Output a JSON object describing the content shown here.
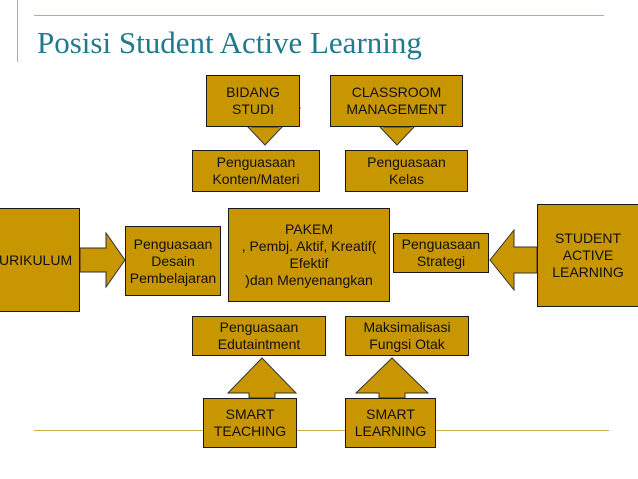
{
  "title": "Posisi Student Active Learning",
  "colors": {
    "title": "#1f7a8c",
    "box_fill": "#c79600",
    "line": "#c9b14a",
    "arrow_fill": "#c79600"
  },
  "boxes": {
    "bidang_studi": [
      "BIDANG",
      "STUDI"
    ],
    "classroom_management": [
      "CLASSROOM",
      "MANAGEMENT"
    ],
    "penguasaan_konten": [
      "Penguasaan",
      "Konten/Materi"
    ],
    "penguasaan_kelas": [
      "Penguasaan",
      "Kelas"
    ],
    "kurikulum": [
      "URIKULUM"
    ],
    "penguasaan_desain": [
      "Penguasaan",
      "Desain",
      "Pembelajaran"
    ],
    "pakem": [
      "PAKEM",
      ", Pembj. Aktif, Kreatif(",
      "Efektif",
      ")dan Menyenangkan"
    ],
    "penguasaan_strategi": [
      "Penguasaan",
      "Strategi"
    ],
    "student_active_learning": [
      "STUDENT",
      "ACTIVE",
      "LEARNING"
    ],
    "penguasaan_edutaintment": [
      "Penguasaan",
      "Edutaintment"
    ],
    "maksimalisasi": [
      "Maksimalisasi",
      "Fungsi Otak"
    ],
    "smart_teaching": [
      "SMART",
      "TEACHING"
    ],
    "smart_learning": [
      "SMART",
      "LEARNING"
    ]
  }
}
